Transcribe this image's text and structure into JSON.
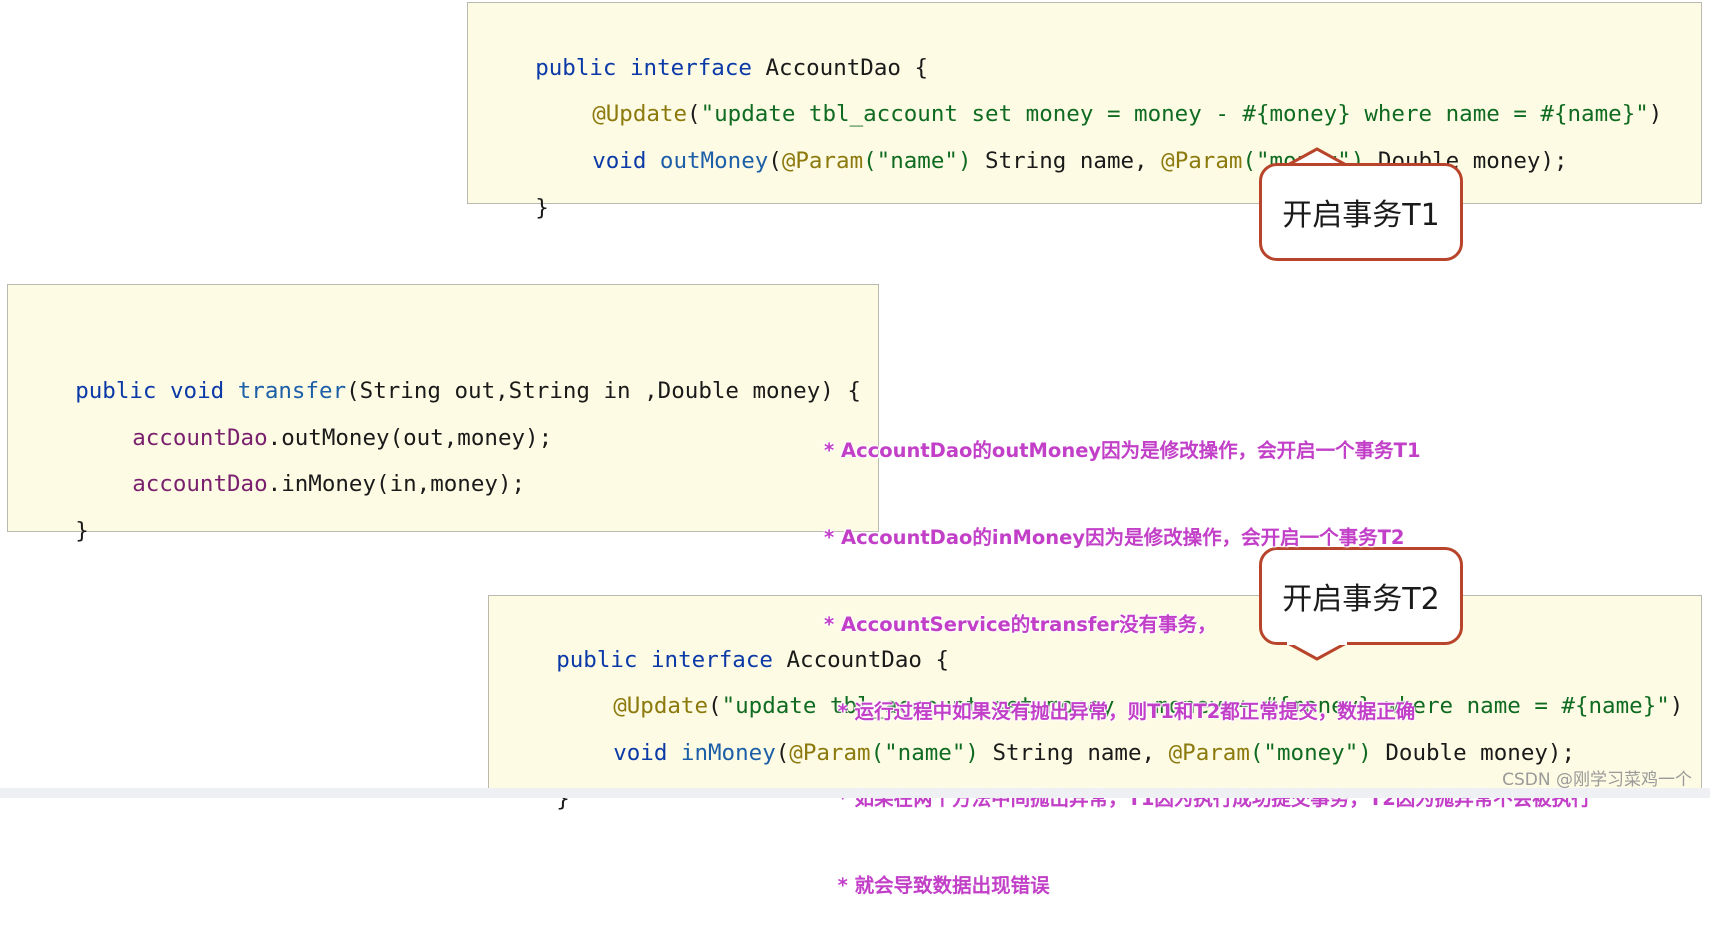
{
  "top_code": {
    "line1": {
      "kw": "public interface",
      "name": " AccountDao {"
    },
    "line2": {
      "ann": "@Update",
      "open": "(",
      "str": "\"update tbl_account set money = money - #{money} where name = #{name}\"",
      "close": ")"
    },
    "line3": {
      "kw": "void",
      "fn": "outMoney",
      "p1": "(",
      "ann1": "@Param",
      "s1": "(\"name\")",
      "t1": " String name, ",
      "ann2": "@Param",
      "s2": "(\"money\")",
      "t2": " Double money);"
    },
    "line4": "}"
  },
  "middle_code": {
    "line1": {
      "kw1": "public",
      "kw2": "void",
      "fn": "transfer",
      "rest": "(String out,String in ,Double money) {"
    },
    "line2": {
      "field": "accountDao",
      "rest": ".outMoney(out,money);"
    },
    "line3": {
      "field": "accountDao",
      "rest": ".inMoney(in,money);"
    },
    "line4": "}"
  },
  "bottom_code": {
    "line1": {
      "kw": "public interface",
      "name": " AccountDao {"
    },
    "line2": {
      "ann": "@Update",
      "open": "(",
      "str": "\"update tbl_account set money = money + #{money} where name = #{name}\"",
      "close": ")"
    },
    "line3": {
      "kw": "void",
      "fn": "inMoney",
      "p1": "(",
      "ann1": "@Param",
      "s1": "(\"name\")",
      "t1": " String name, ",
      "ann2": "@Param",
      "s2": "(\"money\")",
      "t2": " Double money);"
    },
    "line4": "}"
  },
  "callouts": {
    "t1": "开启事务T1",
    "t2": "开启事务T2"
  },
  "notes": [
    "* AccountDao的outMoney因为是修改操作，会开启一个事务T1",
    "* AccountDao的inMoney因为是修改操作，会开启一个事务T2",
    "* AccountService的transfer没有事务，",
    "  * 运行过程中如果没有抛出异常，则T1和T2都正常提交，数据正确",
    "  * 如果在两个方法中间抛出异常，T1因为执行成功提交事务，T2因为抛异常不会被执行",
    "  * 就会导致数据出现错误"
  ],
  "watermark": "CSDN @刚学习菜鸡一个",
  "colors": {
    "keyword": "#0b3aa8",
    "annotation": "#8c7a0e",
    "string": "#106b22",
    "method": "#1c5fa8",
    "field": "#7a1f6e",
    "callout_border": "#b8452b",
    "notes": "#c23fc8",
    "code_bg": "#fdfbe3"
  }
}
